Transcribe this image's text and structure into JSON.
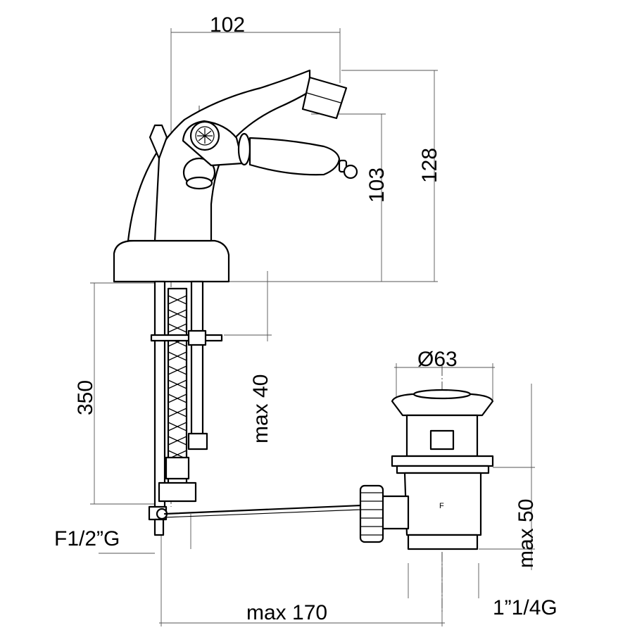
{
  "labels": {
    "width_top": "102",
    "height_spout": "103",
    "height_total": "128",
    "hose_length": "350",
    "max_thickness": "max 40",
    "waste_diameter": "Ø63",
    "waste_max_height": "max 50",
    "inlet_thread": "F1/2”G",
    "max_reach": "max 170",
    "waste_thread": "1”1/4G",
    "waste_mark": "F"
  }
}
